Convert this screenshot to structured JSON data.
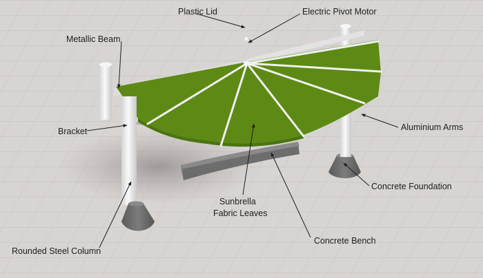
{
  "labels": {
    "plastic_lid": "Plastic Lid",
    "electric_pivot_motor": "Electric Pivot Motor",
    "metallic_beam": "Metallic Beam",
    "aluminium_arms": "Aluminium Arms",
    "bracket": "Bracket",
    "concrete_foundation": "Concrete Foundation",
    "sunbrella_line1": "Sunbrella",
    "sunbrella_line2": "Fabric Leaves",
    "concrete_bench": "Concrete Bench",
    "rounded_steel_column": "Rounded Steel Column"
  },
  "colors": {
    "floor": "#d8d4d2",
    "grid": "#c6c1bf",
    "fabric": "#5d8a14",
    "fabric_dark": "#4a7410",
    "steel": "#ededed",
    "concrete": "#6f6f6f",
    "leader": "#1e1e1e"
  }
}
